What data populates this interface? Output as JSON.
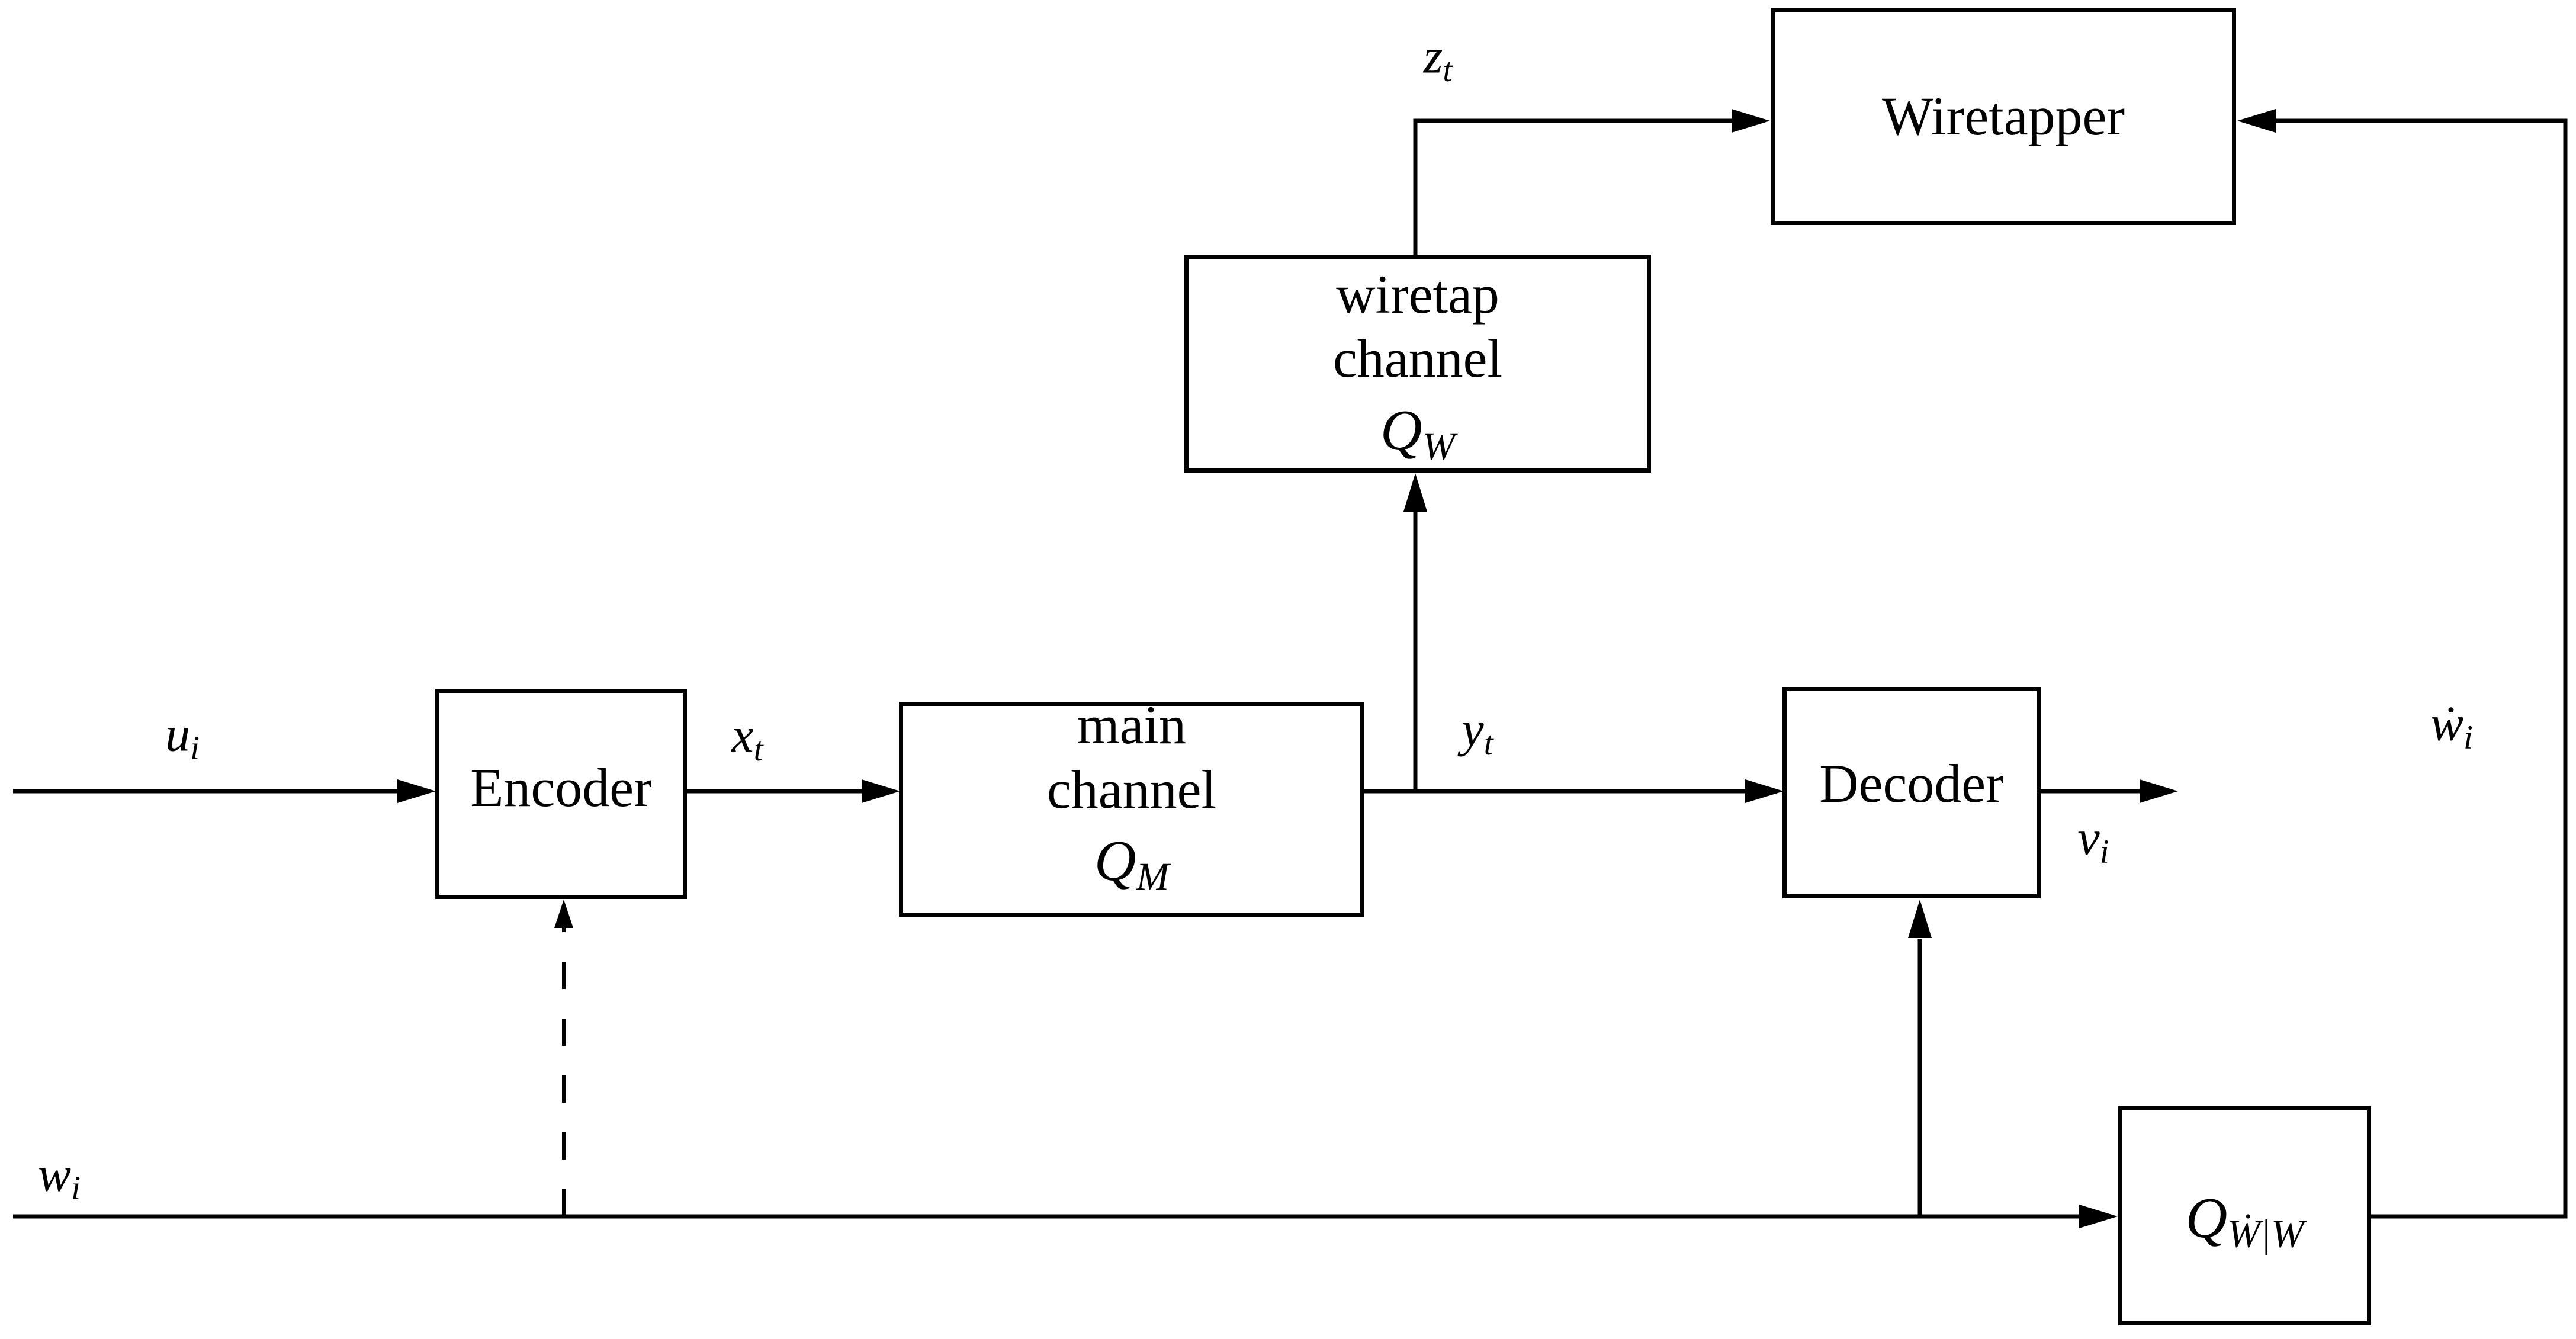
{
  "page": {
    "background": "#ffffff",
    "ink": "#000000",
    "description": "Wiretap channel block diagram"
  },
  "boxes": {
    "wiretapper": {
      "label": "Wiretapper"
    },
    "wiretap_channel": {
      "line1": "wiretap",
      "line2": "channel",
      "math": {
        "base": "Q",
        "sub": "W"
      }
    },
    "encoder": {
      "label": "Encoder"
    },
    "main_channel": {
      "line1": "main",
      "line2": "channel",
      "math": {
        "base": "Q",
        "sub": "M"
      }
    },
    "decoder": {
      "label": "Decoder"
    },
    "estimator": {
      "math": {
        "base": "Q",
        "sub": "Ẇ|W"
      }
    }
  },
  "signals": {
    "u": {
      "base": "u",
      "sub": "i"
    },
    "x": {
      "base": "x",
      "sub": "t"
    },
    "y": {
      "base": "y",
      "sub": "t"
    },
    "z": {
      "base": "z",
      "sub": "t"
    },
    "v": {
      "base": "v",
      "sub": "i"
    },
    "w": {
      "base": "w",
      "sub": "i"
    },
    "w_hat": {
      "base": "ẇ",
      "sub": "i"
    }
  }
}
